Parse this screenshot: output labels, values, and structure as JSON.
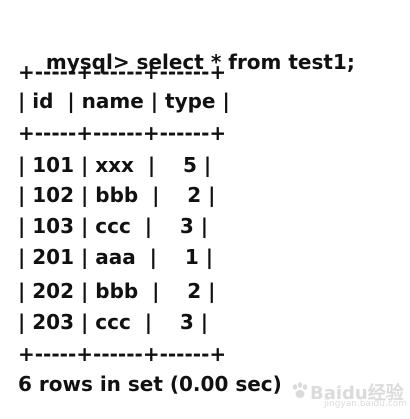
{
  "terminal": {
    "prompt": "mysql>",
    "command": "select * from test1;",
    "border": "+-----+------+------+",
    "header_row": "| id  | name | type |",
    "rows": [
      "| 101 | xxx  |    5 |",
      "| 102 | bbb  |    2 |",
      "| 103 | ccc  |    3 |",
      "| 201 | aaa  |    1 |",
      "| 202 | bbb  |    2 |",
      "| 203 | ccc  |    3 |"
    ],
    "footer": "6 rows in set (0.00 sec)"
  },
  "watermark": {
    "brand": "Baidu经验",
    "url": "jingyan.baidu.com"
  }
}
